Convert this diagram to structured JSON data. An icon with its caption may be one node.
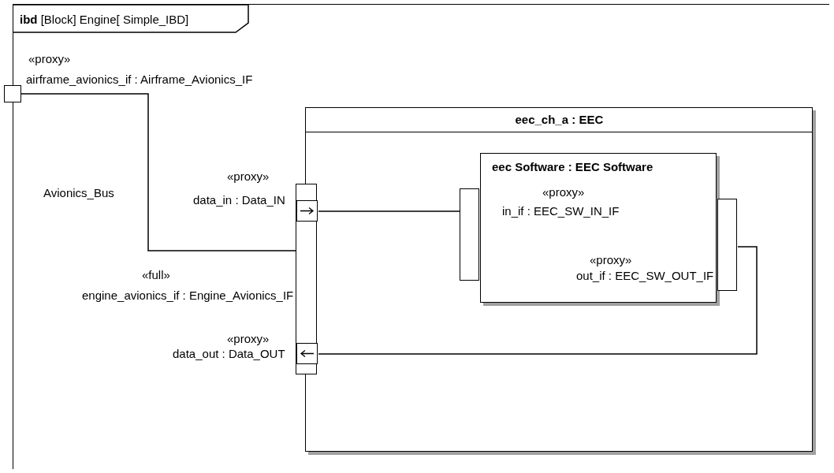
{
  "diagram": {
    "nodes": [
      {
        "text": [
          "**ibd** [Block] Engine[ Simple_IBD]"
        ]
      },
      {
        "text": [],
        "shape": "box",
        "beside": [
          "«proxy»",
          "airframe_avionics_if : Airframe_Avionics_IF"
        ]
      },
      {
        "text": [
          "eec_ch_a : EEC"
        ],
        "in": 0
      },
      {
        "text": [],
        "shape": "bar",
        "in": 0,
        "beside": [
          "«full»",
          "engine_avionics_if : Engine_Avionics_IF"
        ]
      },
      {
        "text": [],
        "shape": "box",
        "in": 3,
        "beside": [
          "«proxy»",
          "data_in : Data_IN"
        ]
      },
      {
        "text": [],
        "shape": "box",
        "in": 3,
        "beside": [
          "«proxy»",
          "data_out : Data_OUT"
        ]
      },
      {
        "text": [
          "eec Software : EEC Software"
        ],
        "in": 2
      },
      {
        "text": [],
        "shape": "bar",
        "in": 2
      },
      {
        "text": [],
        "shape": "bar",
        "in": 2,
        "beside": [
          "«proxy»",
          "out_if : EEC_SW_OUT_IF"
        ]
      }
    ],
    "edges": [
      {
        "from": 1,
        "to": 3,
        "arrow": "none",
        "label": "Avionics_Bus"
      },
      {
        "from": 4,
        "to": 7,
        "arrow": "none"
      },
      {
        "from": 8,
        "to": 5,
        "arrow": "none"
      }
    ],
    "labels": [
      "«proxy»",
      "in_if : EEC_SW_IN_IF"
    ]
  }
}
